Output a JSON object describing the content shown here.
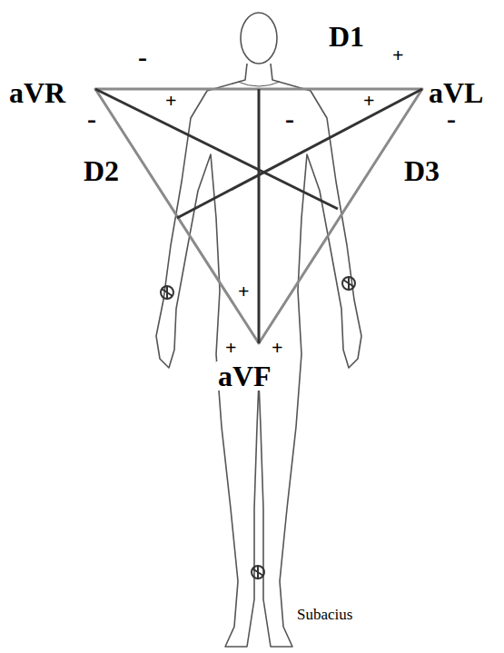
{
  "diagram": {
    "labels": [
      "-",
      "aVR",
      "D1",
      "+",
      "aVL",
      "-",
      "+",
      "-",
      "+",
      "-",
      "D2",
      "D3",
      "+",
      "+",
      "+",
      "aVF",
      "Subacius"
    ]
  }
}
